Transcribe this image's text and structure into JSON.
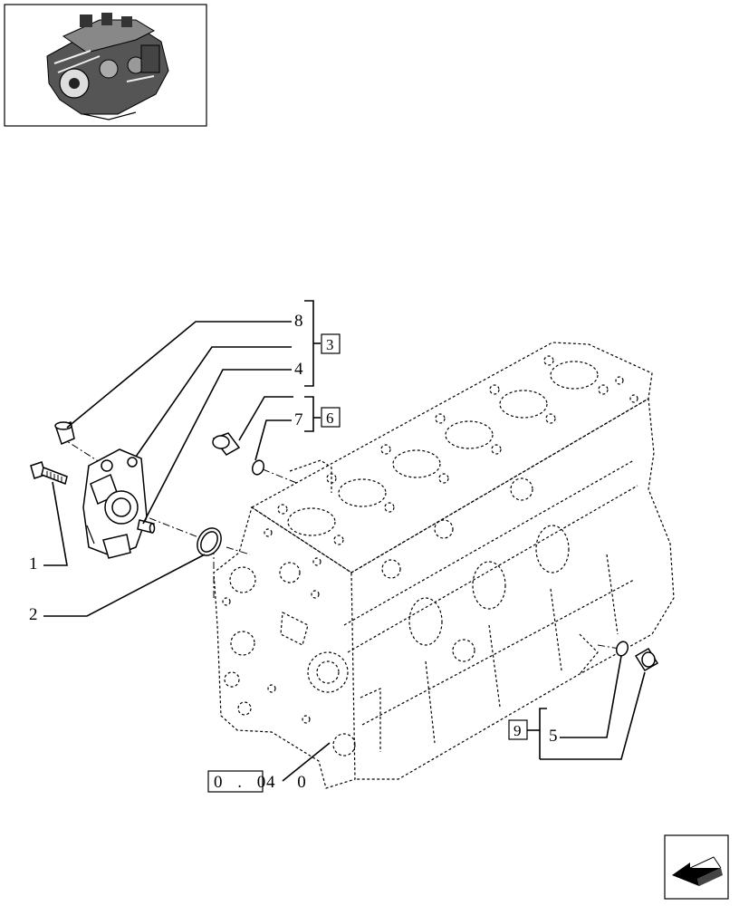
{
  "callouts": {
    "c1": "1",
    "c2": "2",
    "c3": "3",
    "c4": "4",
    "c5": "5",
    "c6": "6",
    "c7": "7",
    "c8": "8",
    "c9": "9"
  },
  "reference": {
    "boxed": "0 . 0",
    "suffix": "4 0"
  },
  "icons": {
    "thumbnail": "engine-thumbnail-icon",
    "nav": "back-arrow-icon"
  }
}
